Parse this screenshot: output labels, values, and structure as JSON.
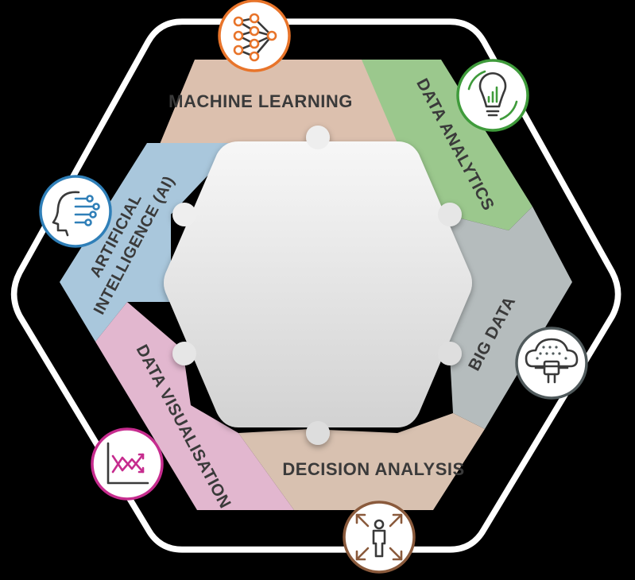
{
  "segments": {
    "machine_learning": {
      "label": "MACHINE LEARNING",
      "color": "#dcc0ae"
    },
    "data_analytics": {
      "label": "DATA ANALYTICS",
      "color": "#9bc88d"
    },
    "big_data": {
      "label": "BIG DATA",
      "color": "#b5bcbd"
    },
    "decision_analysis": {
      "label": "DECISION ANALYSIS",
      "color": "#d8c1b0"
    },
    "data_visualisation": {
      "label": "DATA VISUALISATION",
      "color": "#e2b7cf"
    },
    "artificial_intelligence": {
      "label_line1": "ARTIFICIAL",
      "label_line2": "INTELLIGENCE (AI)",
      "color": "#a9c7dc"
    }
  },
  "icons": {
    "machine_learning": {
      "name": "neural-network-icon",
      "color": "#e8742a"
    },
    "data_analytics": {
      "name": "lightbulb-chart-icon",
      "color": "#3f9b3b"
    },
    "big_data": {
      "name": "cloud-chip-icon",
      "color": "#505a5c"
    },
    "decision_analysis": {
      "name": "person-arrows-icon",
      "color": "#8a5a3c"
    },
    "data_visualisation": {
      "name": "line-chart-icon",
      "color": "#c62c8e"
    },
    "artificial_intelligence": {
      "name": "head-circuit-icon",
      "color": "#2f7fb8"
    }
  },
  "colors": {
    "outline": "#ffffff",
    "center": "#e4e4e4",
    "label_text": "#3a3a3a"
  }
}
